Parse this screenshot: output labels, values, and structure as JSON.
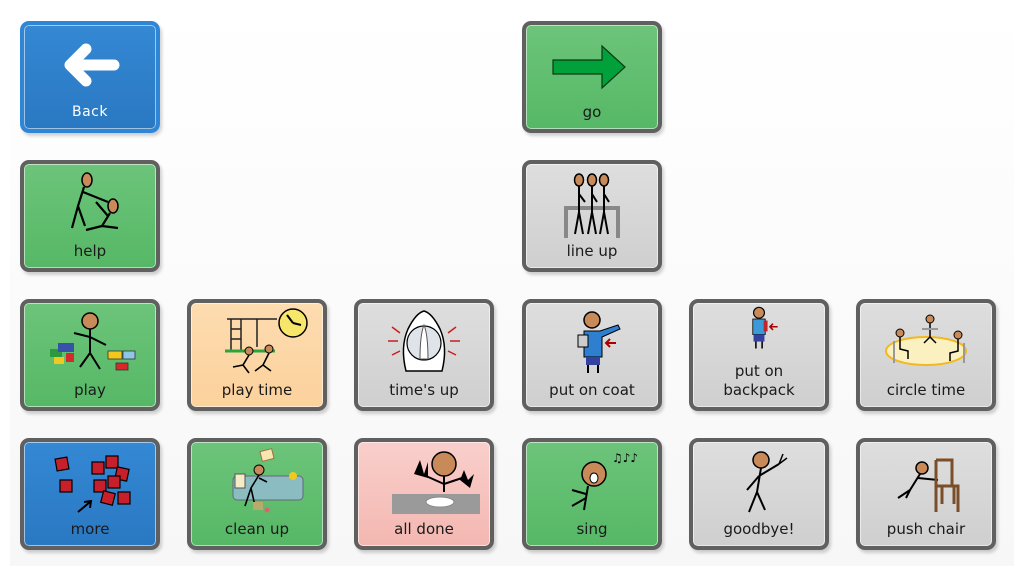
{
  "board": {
    "cells": [
      {
        "label": "Back",
        "icon": "back-arrow-icon",
        "color": "#2f80cf"
      },
      {
        "label": "go",
        "icon": "go-arrow-icon",
        "color": "#5fbf6f"
      },
      {
        "label": "help",
        "icon": "help-icon",
        "color": "#5fbf6f"
      },
      {
        "label": "line up",
        "icon": "line-up-icon",
        "color": "#d6d6d6"
      },
      {
        "label": "play",
        "icon": "play-icon",
        "color": "#5fbf6f"
      },
      {
        "label": "play time",
        "icon": "play-time-icon",
        "color": "#fdd6a6"
      },
      {
        "label": "time's up",
        "icon": "timer-icon",
        "color": "#d6d6d6"
      },
      {
        "label": "put on coat",
        "icon": "coat-icon",
        "color": "#d6d6d6"
      },
      {
        "label": "put on backpack",
        "label_line1": "put on",
        "label_line2": "backpack",
        "icon": "backpack-icon",
        "color": "#d6d6d6"
      },
      {
        "label": "circle time",
        "icon": "circle-time-icon",
        "color": "#d6d6d6"
      },
      {
        "label": "more",
        "icon": "more-icon",
        "color": "#2f80cf"
      },
      {
        "label": "clean up",
        "icon": "clean-up-icon",
        "color": "#5fbf6f"
      },
      {
        "label": "all done",
        "icon": "all-done-icon",
        "color": "#f6c0bb"
      },
      {
        "label": "sing",
        "icon": "sing-icon",
        "color": "#5fbf6f"
      },
      {
        "label": "goodbye!",
        "icon": "wave-icon",
        "color": "#d6d6d6"
      },
      {
        "label": "push chair",
        "icon": "push-chair-icon",
        "color": "#d6d6d6"
      }
    ]
  }
}
